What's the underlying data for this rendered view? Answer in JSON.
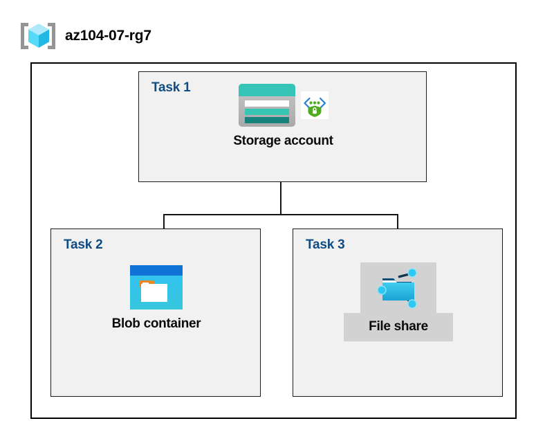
{
  "header": {
    "icon": "resource-group-icon",
    "title": "az104-07-rg7"
  },
  "diagram": {
    "type": "azure-architecture-diagram",
    "container_label": "az104-07-rg7",
    "tasks": [
      {
        "id": "task-1",
        "label": "Task 1",
        "node_caption": "Storage account",
        "icons": [
          "storage-account-icon",
          "secure-endpoint-shield-icon"
        ],
        "highlighted": false
      },
      {
        "id": "task-2",
        "label": "Task 2",
        "node_caption": "Blob container",
        "icons": [
          "blob-container-icon"
        ],
        "highlighted": false
      },
      {
        "id": "task-3",
        "label": "Task 3",
        "node_caption": "File share",
        "icons": [
          "file-share-icon"
        ],
        "highlighted": true
      }
    ],
    "connections": [
      {
        "from": "Storage account",
        "to": "Blob container"
      },
      {
        "from": "Storage account",
        "to": "File share"
      }
    ]
  },
  "colors": {
    "task_label": "#0f4c81",
    "task_box_fill": "#f1f1f1",
    "task_box_border": "#1b1b1b",
    "container_border": "#000000",
    "page_background": "#ffffff",
    "highlight_plate": "#d2d2d2",
    "storage_teal": "#35c4b5",
    "storage_teal_dark": "#17827c",
    "blob_blue": "#0f72d4",
    "blob_cyan": "#32c3ef",
    "blob_orange": "#e8861f",
    "shield_green": "#4cab1e",
    "fileshare_cyan": "#2ec3e8",
    "resource_group_cube": "#54d7f5",
    "bracket_gray": "#949494"
  }
}
